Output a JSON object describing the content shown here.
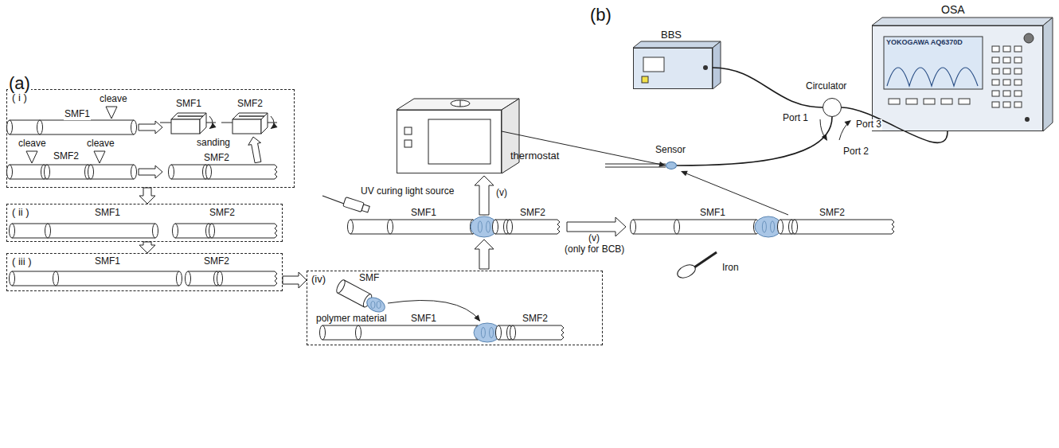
{
  "diagram": {
    "nodes": [
      {
        "text": [
          "( i )"
        ]
      },
      {
        "text": [
          "( ii )"
        ]
      },
      {
        "text": [
          "( iii )"
        ]
      },
      {
        "text": [
          "(iv)"
        ]
      },
      {
        "text": [
          "thermostat"
        ]
      },
      {
        "text": [
          "BBS"
        ]
      },
      {
        "text": [
          "Circulator"
        ]
      },
      {
        "text": [
          "OSA",
          "YOKOGAWA AQ6370D"
        ]
      },
      {
        "text": [
          "Sensor"
        ]
      }
    ],
    "edges": [
      {
        "from": 0,
        "to": 1,
        "arrow": "to"
      },
      {
        "from": 1,
        "to": 2,
        "arrow": "to"
      },
      {
        "from": 2,
        "to": 3,
        "arrow": "to"
      },
      {
        "from": 4,
        "to": 8,
        "arrow": "to"
      },
      {
        "from": 5,
        "to": 6,
        "arrow": "none"
      },
      {
        "from": 6,
        "to": 7,
        "arrow": "none"
      },
      {
        "from": 6,
        "to": 8,
        "arrow": "none"
      }
    ],
    "labels": [
      "(a)",
      "(b)",
      "SMF1",
      "cleave",
      "SMF1",
      "SMF2",
      "cleave",
      "SMF2",
      "cleave",
      "SMF2",
      "sanding",
      "SMF1",
      "SMF2",
      "SMF1",
      "SMF2",
      "UV curing light source",
      "SMF1",
      "SMF2",
      "(v)",
      "(v)",
      "(only for BCB)",
      "SMF1",
      "SMF2",
      "Iron",
      "SMF",
      "polymer material",
      "SMF1",
      "SMF2",
      "Port 1",
      "Port 3",
      "Port 2"
    ]
  }
}
